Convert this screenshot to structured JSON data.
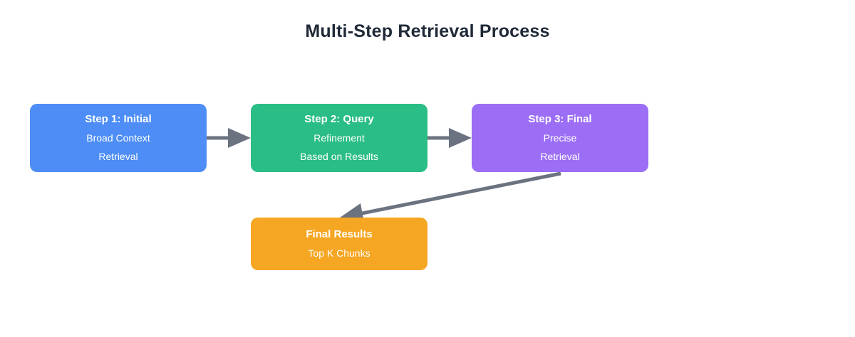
{
  "title": "Multi-Step Retrieval Process",
  "diagram": {
    "arrow_color": "#6b7280",
    "nodes": [
      {
        "id": "step1",
        "heading": "Step 1: Initial",
        "lines": [
          "Broad Context",
          "Retrieval"
        ],
        "color": "#4d8df5"
      },
      {
        "id": "step2",
        "heading": "Step 2: Query",
        "lines": [
          "Refinement",
          "Based on Results"
        ],
        "color": "#2abd85"
      },
      {
        "id": "step3",
        "heading": "Step 3: Final",
        "lines": [
          "Precise",
          "Retrieval"
        ],
        "color": "#9c6ef5"
      },
      {
        "id": "final",
        "heading": "Final Results",
        "lines": [
          "Top K Chunks"
        ],
        "color": "#f5a623"
      }
    ],
    "edges": [
      {
        "from": "step1",
        "to": "step2"
      },
      {
        "from": "step2",
        "to": "step3"
      },
      {
        "from": "step3",
        "to": "final"
      }
    ]
  }
}
